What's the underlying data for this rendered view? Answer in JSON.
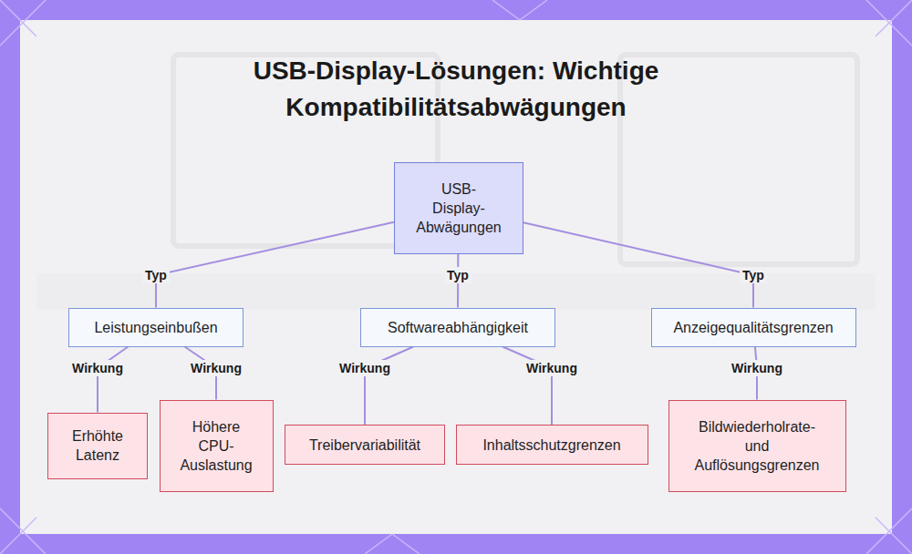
{
  "diagram": {
    "title": "USB-Display-Lösungen: Wichtige Kompatibilitätsabwägungen",
    "nodes": [
      {
        "text": [
          "USB-Display-Abwägungen"
        ]
      },
      {
        "text": [
          "Leistungseinbußen"
        ]
      },
      {
        "text": [
          "Softwareabhängigkeit"
        ]
      },
      {
        "text": [
          "Anzeigequalitätsgrenzen"
        ]
      },
      {
        "text": [
          "Erhöhte Latenz"
        ]
      },
      {
        "text": [
          "Höhere CPU-Auslastung"
        ]
      },
      {
        "text": [
          "Treibervariabilität"
        ]
      },
      {
        "text": [
          "Inhaltsschutzgrenzen"
        ]
      },
      {
        "text": [
          "Bildwiederholrate- und Auflösungsgrenzen"
        ]
      }
    ],
    "edges": [
      {
        "from": 0,
        "to": 1,
        "arrow": "none",
        "label": "Typ"
      },
      {
        "from": 0,
        "to": 2,
        "arrow": "none",
        "label": "Typ"
      },
      {
        "from": 0,
        "to": 3,
        "arrow": "none",
        "label": "Typ"
      },
      {
        "from": 1,
        "to": 4,
        "arrow": "none",
        "label": "Wirkung"
      },
      {
        "from": 1,
        "to": 5,
        "arrow": "none",
        "label": "Wirkung"
      },
      {
        "from": 2,
        "to": 6,
        "arrow": "none",
        "label": "Wirkung"
      },
      {
        "from": 2,
        "to": 7,
        "arrow": "none",
        "label": "Wirkung"
      },
      {
        "from": 3,
        "to": 8,
        "arrow": "none",
        "label": "Wirkung"
      }
    ]
  }
}
